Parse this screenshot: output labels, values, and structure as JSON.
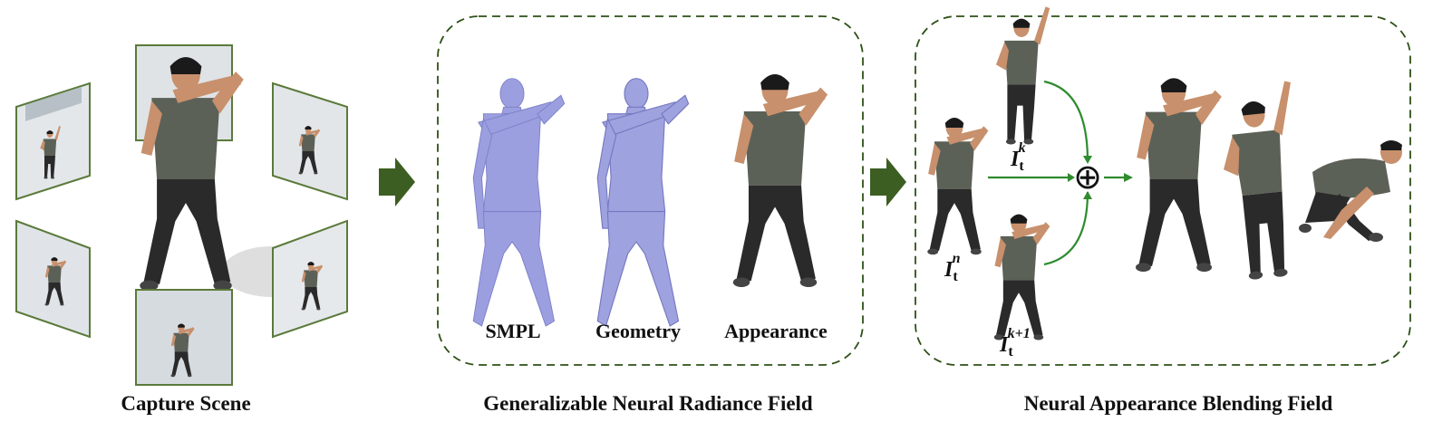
{
  "sections": {
    "capture": {
      "caption": "Capture Scene"
    },
    "nerf": {
      "caption": "Generalizable Neural Radiance Field",
      "labels": {
        "smpl": "SMPL",
        "geometry": "Geometry",
        "appearance": "Appearance"
      }
    },
    "blending": {
      "caption": "Neural Appearance Blending Field",
      "inputs": {
        "k": {
          "base": "I",
          "sub": "t",
          "sup": "k"
        },
        "n": {
          "base": "I",
          "sub": "t",
          "sup": "n"
        },
        "k1": {
          "base": "I",
          "sub": "t",
          "sup": "k+1"
        }
      },
      "operator": "⊕"
    }
  },
  "colors": {
    "arrow_fill": "#3d5e22",
    "frame_border": "#5a7a3a",
    "dashed_border": "#2d5016",
    "flow_green": "#2e8b2e",
    "mesh": "#9b9fe0",
    "shirt": "#5c6157",
    "pants": "#2a2a2a",
    "skin": "#c8906c",
    "hair": "#1a1a1a"
  }
}
